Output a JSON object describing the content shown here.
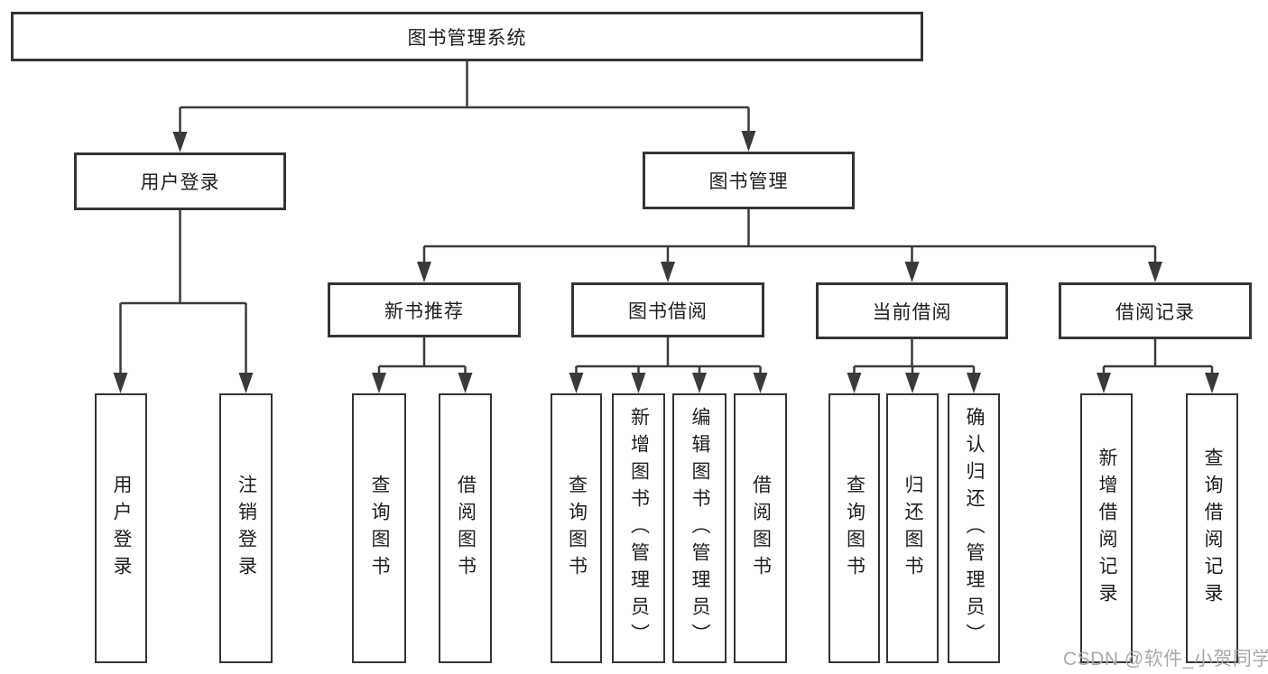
{
  "nodes": {
    "root": "图书管理系统",
    "level2": [
      "用户登录",
      "图书管理"
    ],
    "level3": [
      "新书推荐",
      "图书借阅",
      "当前借阅",
      "借阅记录"
    ],
    "leaves": [
      "用户登录",
      "注销登录",
      "查询图书",
      "借阅图书",
      "查询图书",
      "新增图书（管理员）",
      "编辑图书（管理员）",
      "借阅图书",
      "查询图书",
      "归还图书",
      "确认归还（管理员）",
      "新增借阅记录",
      "查询借阅记录"
    ]
  },
  "edges": [
    {
      "from": "图书管理系统",
      "to": [
        "用户登录",
        "图书管理"
      ]
    },
    {
      "from": "用户登录",
      "to": [
        "用户登录",
        "注销登录"
      ]
    },
    {
      "from": "图书管理",
      "to": [
        "新书推荐",
        "图书借阅",
        "当前借阅",
        "借阅记录"
      ]
    },
    {
      "from": "新书推荐",
      "to": [
        "查询图书",
        "借阅图书"
      ]
    },
    {
      "from": "图书借阅",
      "to": [
        "查询图书",
        "新增图书（管理员）",
        "编辑图书（管理员）",
        "借阅图书"
      ]
    },
    {
      "from": "当前借阅",
      "to": [
        "查询图书",
        "归还图书",
        "确认归还（管理员）"
      ]
    },
    {
      "from": "借阅记录",
      "to": [
        "新增借阅记录",
        "查询借阅记录"
      ]
    }
  ],
  "watermark": {
    "text": "CSDN @软件_小贺同学"
  },
  "colors": {
    "line": "#3a3a3a",
    "box_border": "#343434",
    "text": "#1e1e1e",
    "watermark": "#a9a9a9",
    "background": "#ffffff"
  }
}
